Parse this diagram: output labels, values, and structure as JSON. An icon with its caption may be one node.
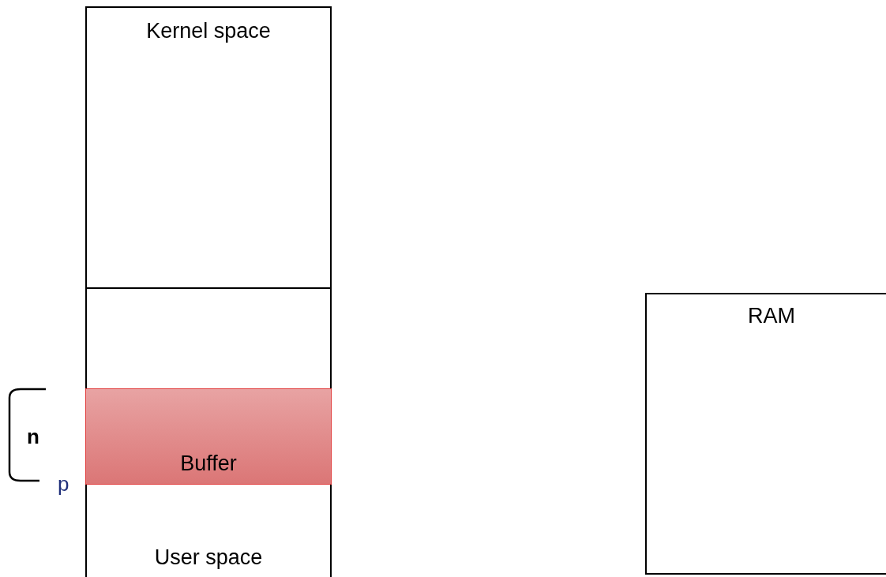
{
  "diagram": {
    "nodes": [
      {
        "text": [
          "Kernel space"
        ]
      },
      {
        "text": [
          "User space"
        ]
      },
      {
        "text": [
          "Buffer"
        ],
        "in": 1
      },
      {
        "text": [
          "RAM"
        ]
      }
    ],
    "labels": [
      "n",
      "p"
    ]
  }
}
